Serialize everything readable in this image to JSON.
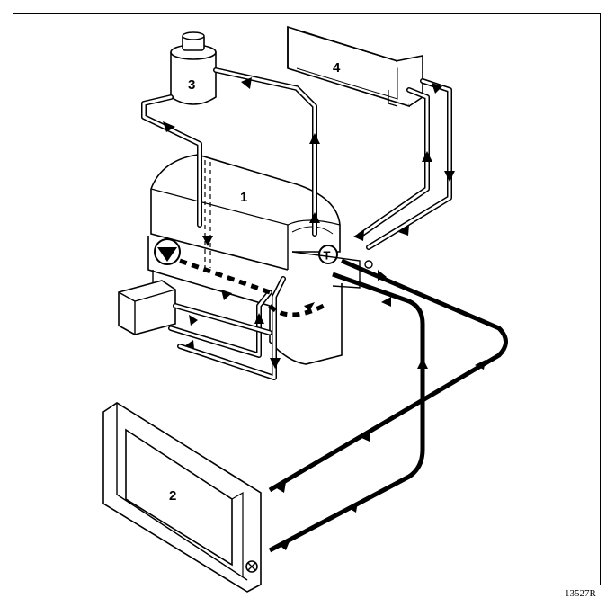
{
  "labels": {
    "expansion_tank": "3",
    "heater": "4",
    "engine": "1",
    "radiator": "2"
  },
  "symbols": {
    "water_pump": "water-pump-symbol",
    "thermostat": "T",
    "bleed_screw": "bleed-screw-symbol"
  },
  "reference": "13527R",
  "colors": {
    "line": "#000000",
    "background": "#ffffff"
  }
}
